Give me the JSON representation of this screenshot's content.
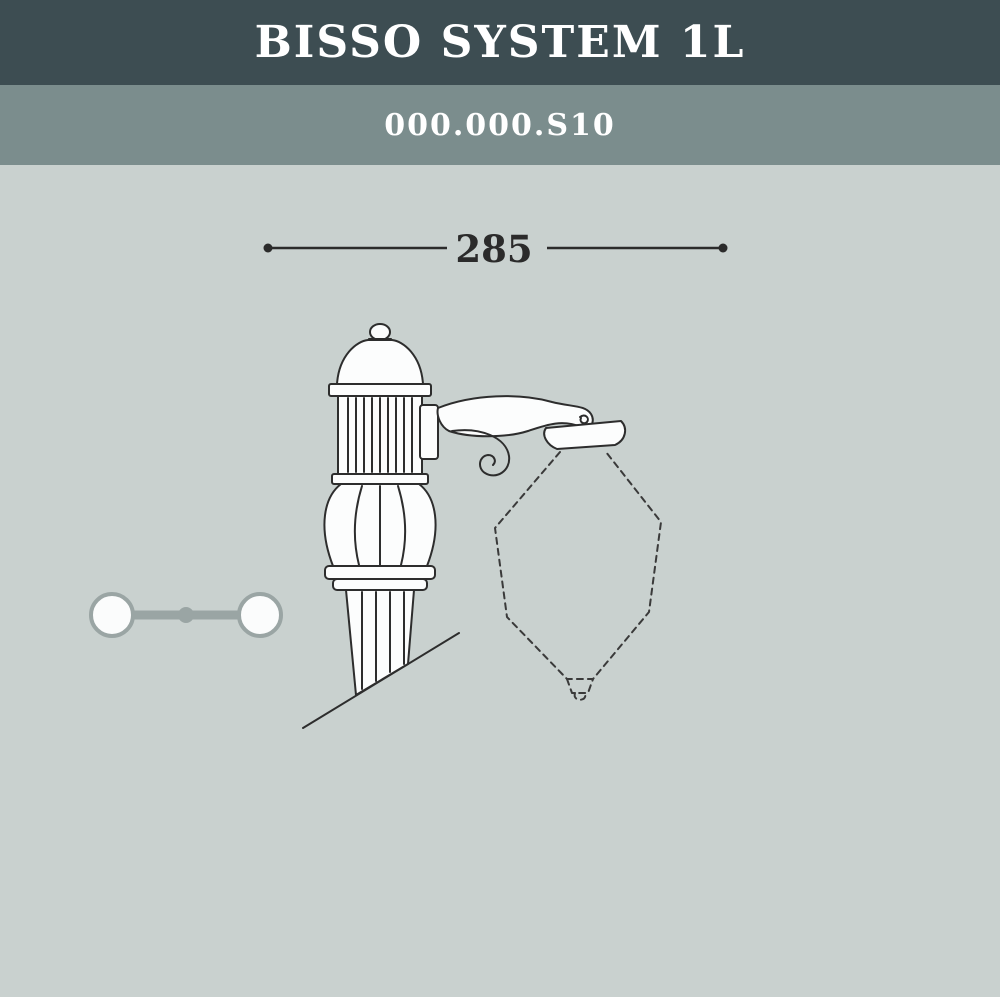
{
  "header": {
    "title": "BISSO SYSTEM 1L",
    "code": "000.000.S10"
  },
  "drawing": {
    "dimension_width": "285"
  },
  "colors": {
    "title_bar_bg": "#3d4d52",
    "code_bar_bg": "#7b8d8d",
    "canvas_bg": "#c9d1cf",
    "drawing_line": "#2d2d2d",
    "dashed_line": "#3a3a3a",
    "spacer_gray": "#9aa5a4",
    "header_text": "#ffffff"
  }
}
